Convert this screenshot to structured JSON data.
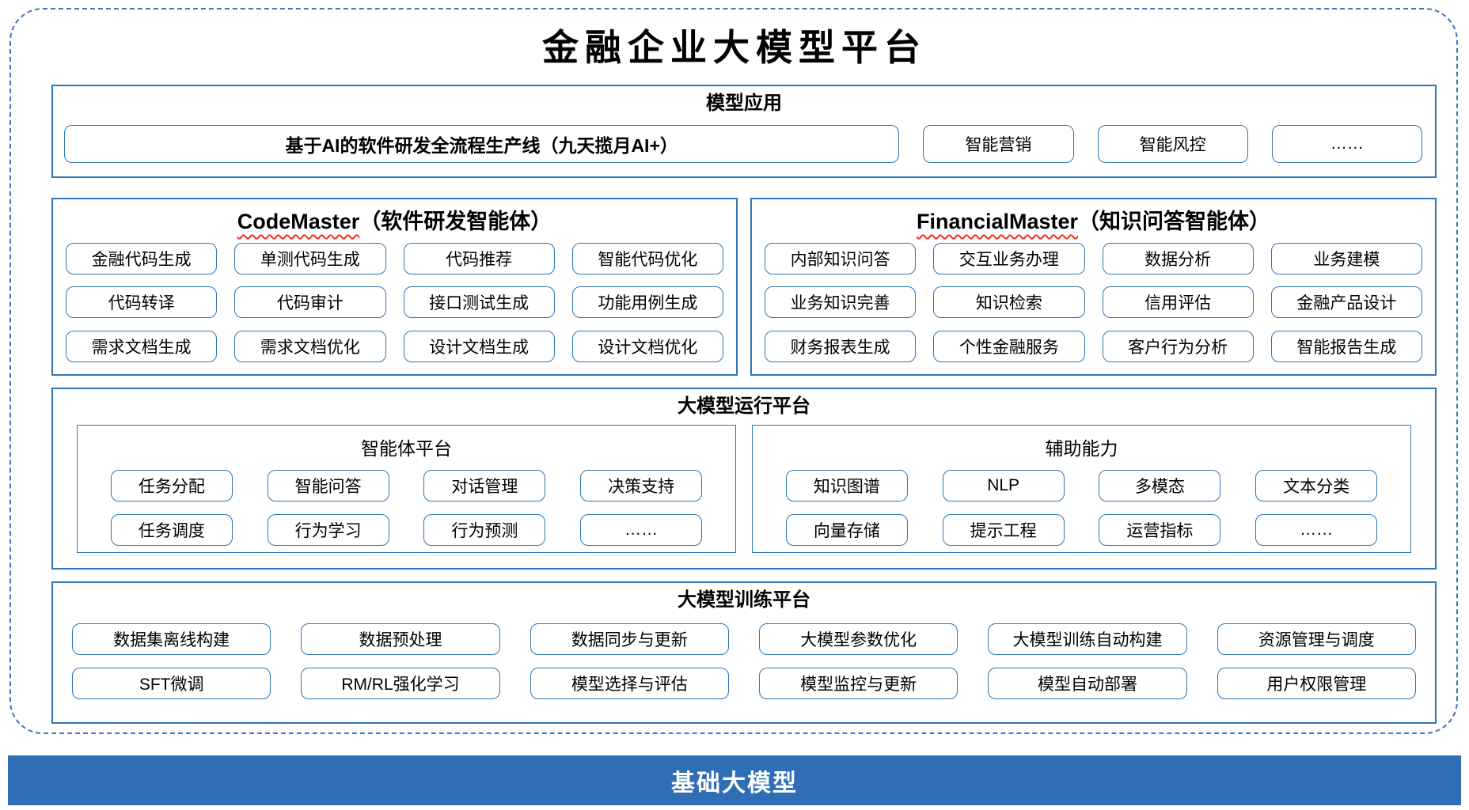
{
  "title": "金融企业大模型平台",
  "colors": {
    "section_border": "#2E75B6",
    "outer_dashed_border": "#4472C4",
    "foundation_bar_fill": "#2F6EB5",
    "foundation_bar_text": "#FFFFFF",
    "spellcheck_wavy": "#FF2B1D",
    "text": "#000000"
  },
  "sections": {
    "model_app": {
      "header": "模型应用",
      "main_pill": "基于AI的软件研发全流程生产线（九天揽月AI+）",
      "pills": [
        "智能营销",
        "智能风控",
        "……"
      ]
    },
    "code_master": {
      "title_en": "CodeMaster",
      "title_zh": "（软件研发智能体）",
      "pills": [
        "金融代码生成",
        "单测代码生成",
        "代码推荐",
        "智能代码优化",
        "代码转译",
        "代码审计",
        "接口测试生成",
        "功能用例生成",
        "需求文档生成",
        "需求文档优化",
        "设计文档生成",
        "设计文档优化"
      ]
    },
    "financial_master": {
      "title_en": "FinancialMaster",
      "title_zh": "（知识问答智能体）",
      "pills": [
        "内部知识问答",
        "交互业务办理",
        "数据分析",
        "业务建模",
        "业务知识完善",
        "知识检索",
        "信用评估",
        "金融产品设计",
        "财务报表生成",
        "个性金融服务",
        "客户行为分析",
        "智能报告生成"
      ]
    },
    "runtime": {
      "header": "大模型运行平台",
      "agent_platform": {
        "header": "智能体平台",
        "pills": [
          "任务分配",
          "智能问答",
          "对话管理",
          "决策支持",
          "任务调度",
          "行为学习",
          "行为预测",
          "……"
        ]
      },
      "aux": {
        "header": "辅助能力",
        "pills": [
          "知识图谱",
          "NLP",
          "多模态",
          "文本分类",
          "向量存储",
          "提示工程",
          "运营指标",
          "……"
        ]
      }
    },
    "training": {
      "header": "大模型训练平台",
      "pills": [
        "数据集离线构建",
        "数据预处理",
        "数据同步与更新",
        "大模型参数优化",
        "大模型训练自动构建",
        "资源管理与调度",
        "SFT微调",
        "RM/RL强化学习",
        "模型选择与评估",
        "模型监控与更新",
        "模型自动部署",
        "用户权限管理"
      ]
    }
  },
  "foundation_bar": {
    "label": "基础大模型"
  }
}
